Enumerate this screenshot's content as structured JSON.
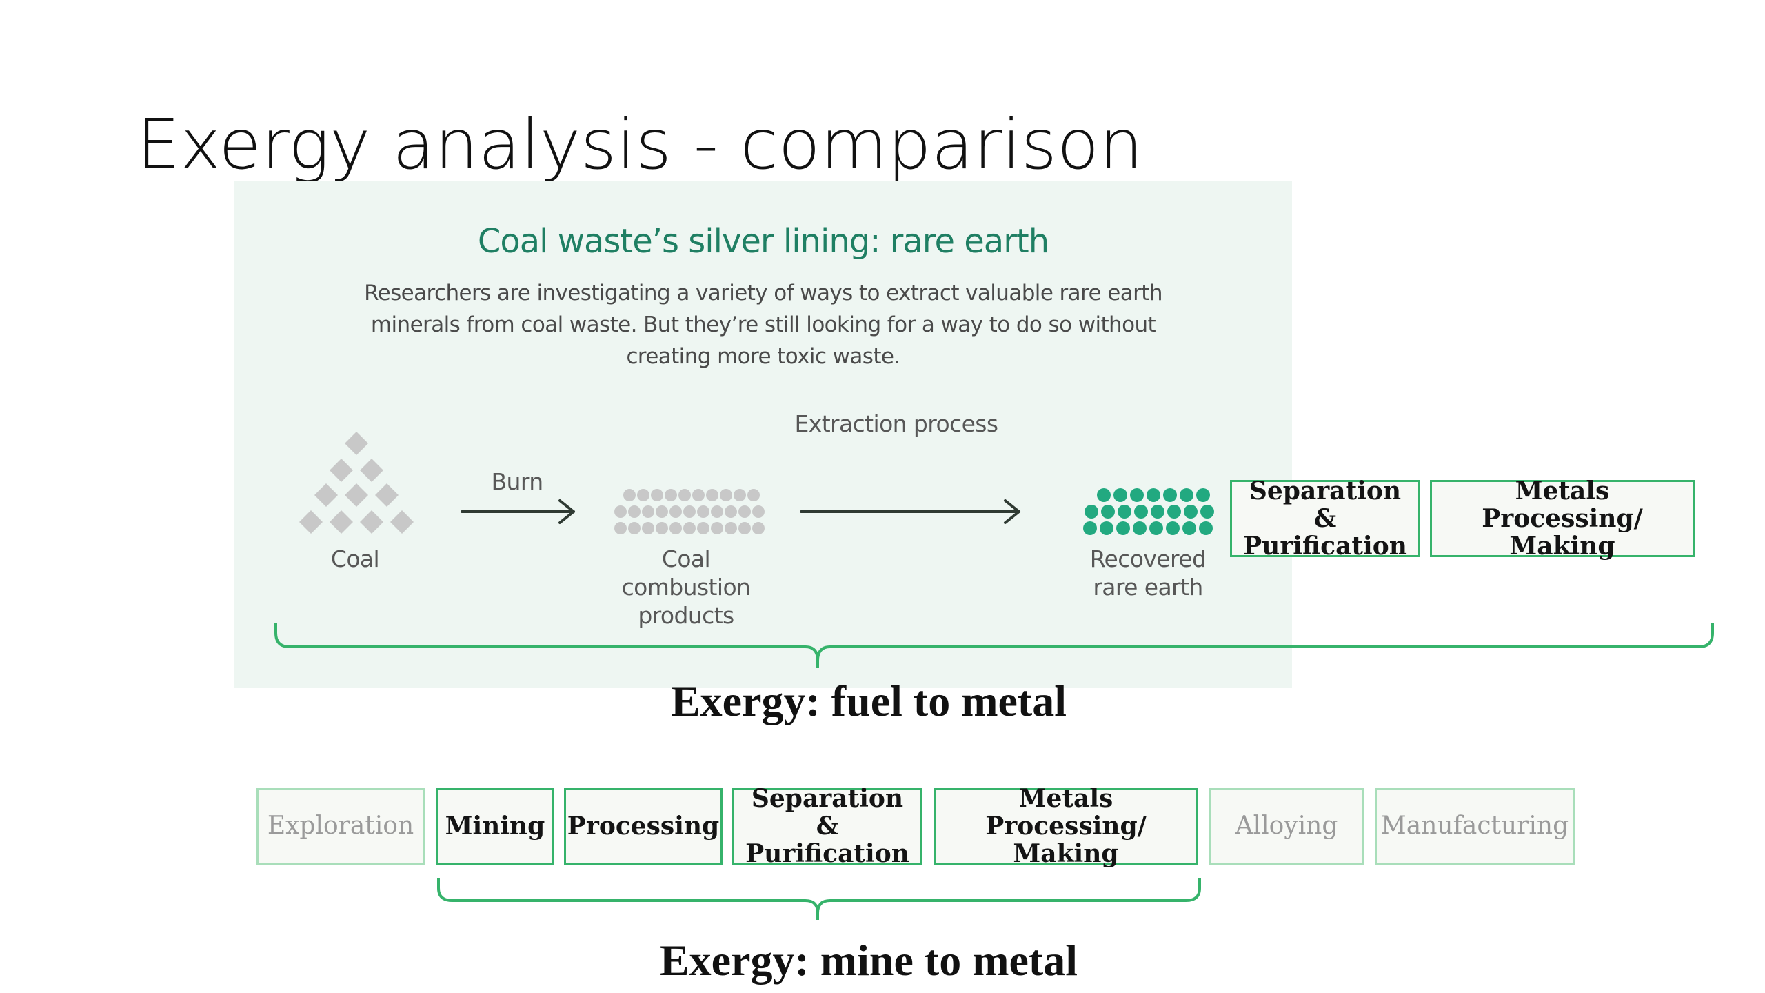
{
  "slide": {
    "title": "Exergy analysis - comparison"
  },
  "infographic": {
    "title": "Coal waste’s silver lining: rare earth",
    "description": "Researchers are investigating a variety of ways to extract valuable rare earth minerals from coal waste. But they’re still looking for a way to do so without creating more toxic waste.",
    "coal_label": "Coal",
    "burn_label": "Burn",
    "combustion_label": [
      "Coal",
      "combustion",
      "products"
    ],
    "extraction_label": "Extraction process",
    "recovered_label": [
      "Recovered",
      "rare earth"
    ],
    "colors": {
      "background": "#eef6f2",
      "title": "#1f7f63",
      "diamonds": "#c8c8c8",
      "rare_earth": "#22a980"
    }
  },
  "fuel_chain": {
    "stages": [
      {
        "name": "separation-purification",
        "lines": [
          "Separation &",
          "Purification"
        ]
      },
      {
        "name": "metals-processing-making",
        "lines": [
          "Metals Processing/",
          "Making"
        ]
      }
    ],
    "label": "Exergy: fuel to metal"
  },
  "mine_chain": {
    "stages": [
      {
        "name": "exploration",
        "lines": [
          "Exploration"
        ],
        "in_scope": false
      },
      {
        "name": "mining",
        "lines": [
          "Mining"
        ],
        "in_scope": true
      },
      {
        "name": "processing",
        "lines": [
          "Processing"
        ],
        "in_scope": true
      },
      {
        "name": "separation-purification",
        "lines": [
          "Separation &",
          "Purification"
        ],
        "in_scope": true
      },
      {
        "name": "metals-processing-making",
        "lines": [
          "Metals Processing/",
          "Making"
        ],
        "in_scope": true
      },
      {
        "name": "alloying",
        "lines": [
          "Alloying"
        ],
        "in_scope": false
      },
      {
        "name": "manufacturing",
        "lines": [
          "Manufacturing"
        ],
        "in_scope": false
      }
    ],
    "label": "Exergy: mine to metal"
  },
  "colors": {
    "brace": "#36b36b",
    "stage_border": "#36b36b",
    "faded_border": "#a9deba",
    "faded_text": "#9a9a9a"
  }
}
